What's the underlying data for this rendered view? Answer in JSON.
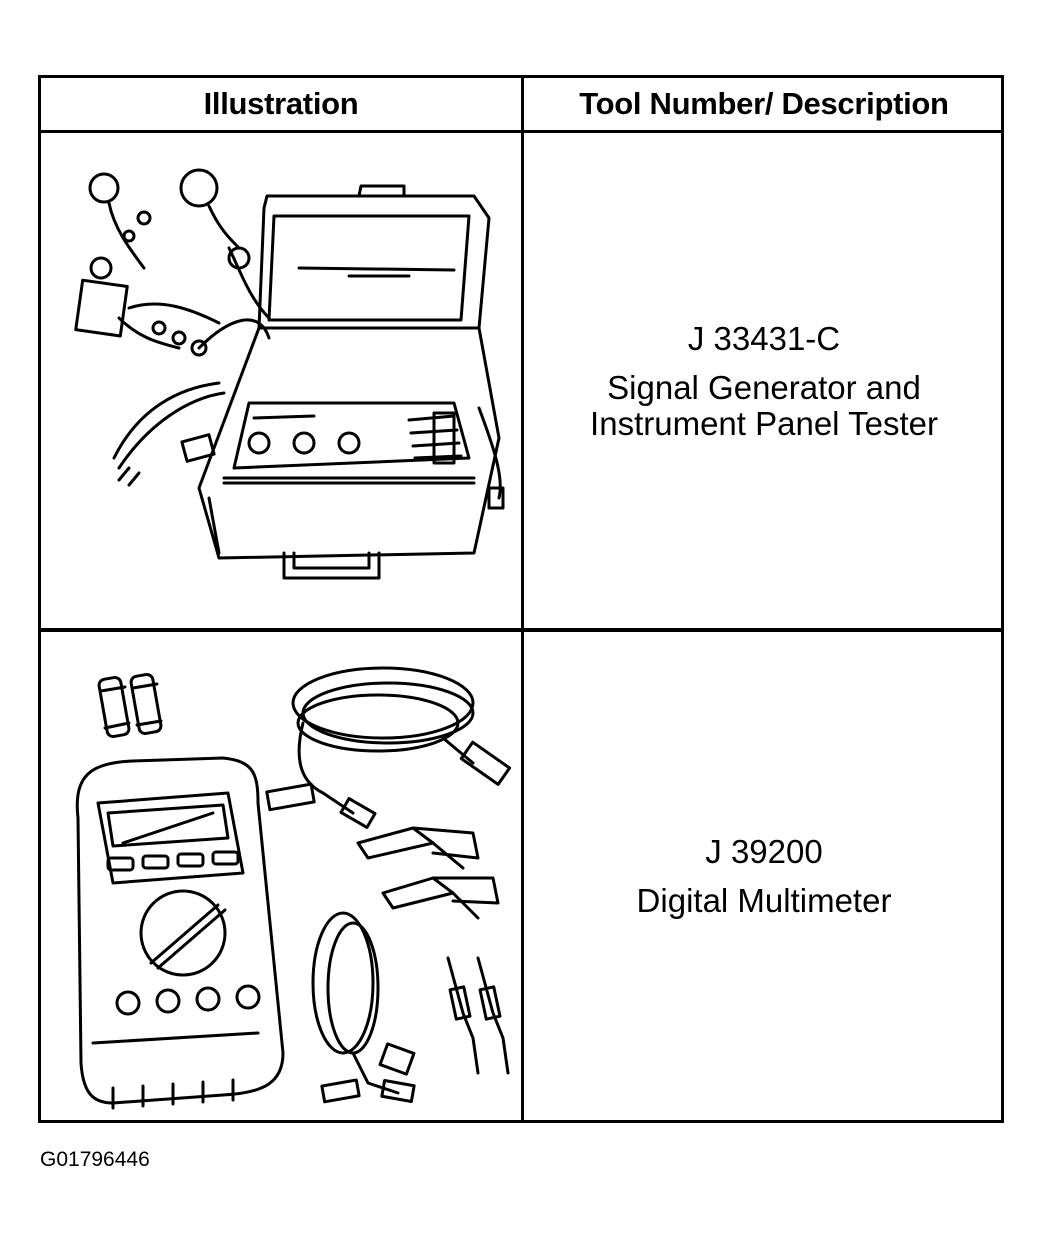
{
  "table": {
    "headers": {
      "illustration": "Illustration",
      "description": "Tool Number/ Description"
    },
    "rows": [
      {
        "tool_number": "J 33431-C",
        "description_lines": [
          "Signal Generator and",
          "Instrument Panel Tester"
        ],
        "illustration_icon": "signal-generator-case-icon"
      },
      {
        "tool_number": "J 39200",
        "description_lines": [
          "Digital Multimeter"
        ],
        "illustration_icon": "digital-multimeter-icon"
      }
    ]
  },
  "figure_id": "G01796446"
}
